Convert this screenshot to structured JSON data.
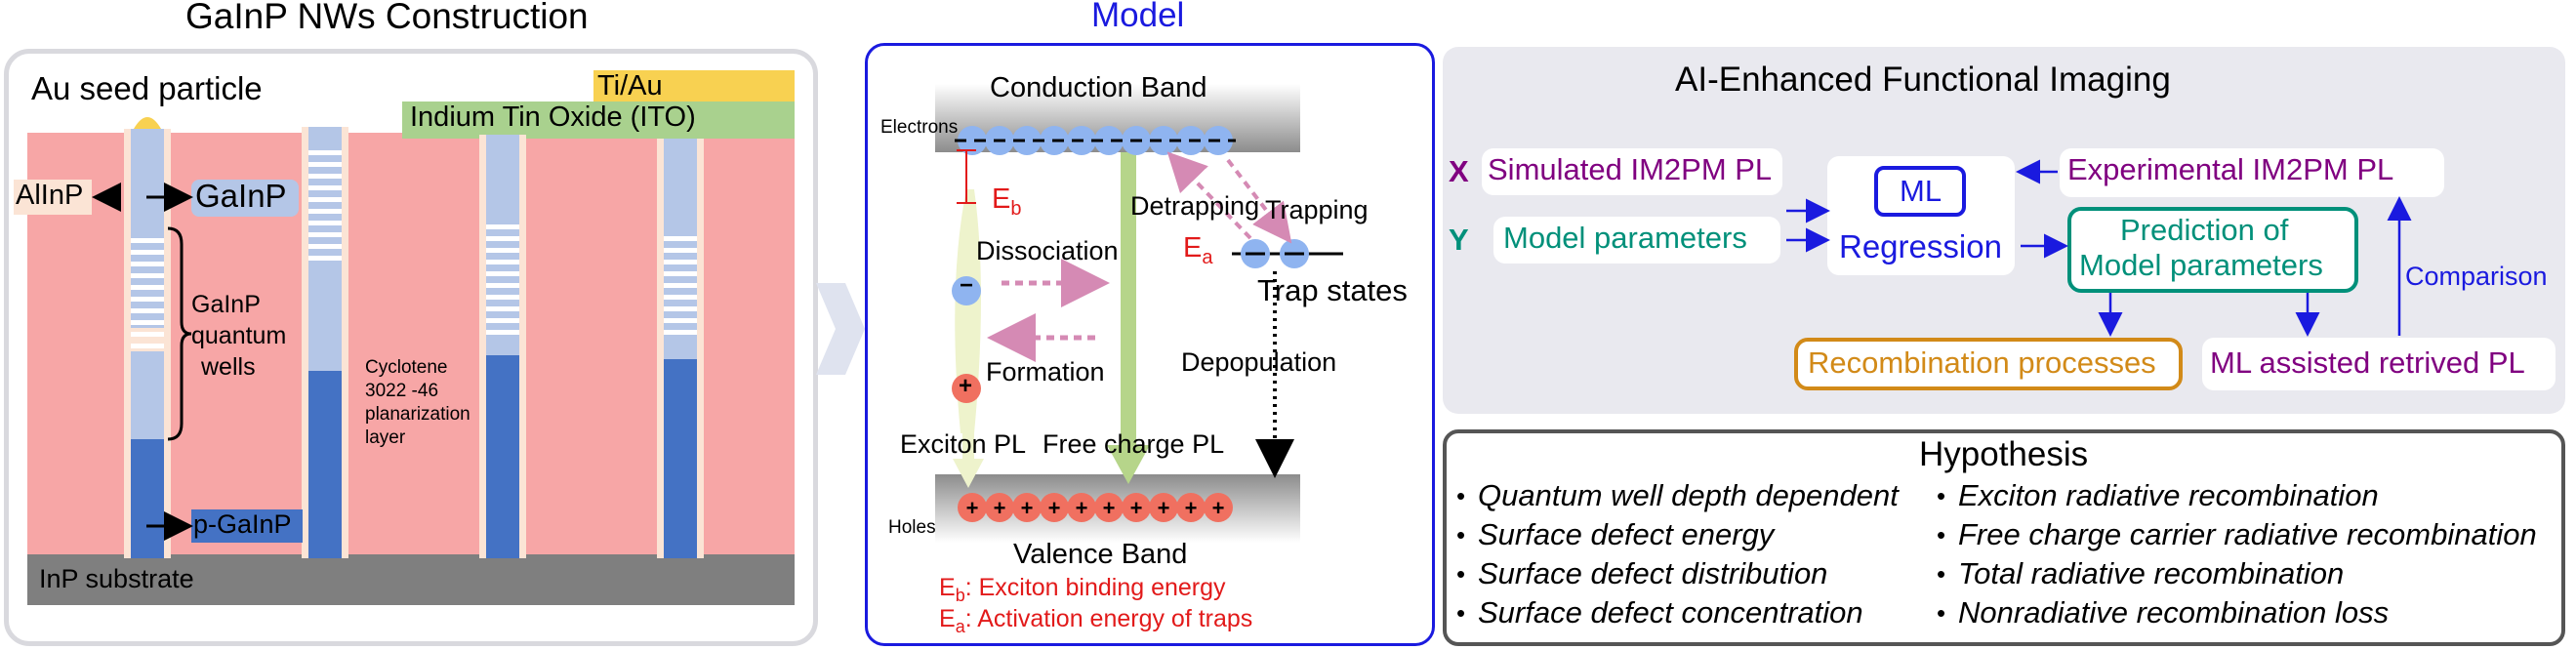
{
  "panel1": {
    "title": "GaInP NWs Construction",
    "au_seed": "Au seed particle",
    "ti_au": "Ti/Au",
    "ito": "Indium Tin Oxide (ITO)",
    "alinp": "AlInP",
    "gainp": "GaInP",
    "qw_lines": [
      "GaInP",
      "quantum",
      "wells"
    ],
    "cyclotene_lines": [
      "Cyclotene",
      "3022 -46",
      "planarization",
      "layer"
    ],
    "p_gainp": "p-GaInP",
    "substrate": "InP substrate"
  },
  "panel2": {
    "title": "Model",
    "conduction_band": "Conduction Band",
    "electrons": "Electrons",
    "eb": "E",
    "eb_sub": "b",
    "detrapping": "Detrapping",
    "trapping": "Trapping",
    "dissociation": "Dissociation",
    "ea": "E",
    "ea_sub": "a",
    "trap_states": "Trap states",
    "formation": "Formation",
    "depopulation": "Depopulation",
    "exciton_pl": "Exciton PL",
    "free_charge_pl": "Free charge PL",
    "holes": "Holes",
    "valence_band": "Valence Band",
    "eb_legend_main": "E",
    "eb_legend_sub": "b",
    "eb_legend_text": ": Exciton binding energy",
    "ea_legend_main": "E",
    "ea_legend_sub": "a",
    "ea_legend_text": ": Activation energy of traps",
    "minus": "−",
    "plus": "+"
  },
  "panel3": {
    "title": "AI-Enhanced Functional Imaging",
    "x_label": "X",
    "y_label": "Y",
    "simulated": "Simulated IM2PM PL",
    "model_params": "Model parameters",
    "ml": "ML",
    "regression": "Regression",
    "experimental": "Experimental IM2PM PL",
    "prediction_line1": "Prediction of",
    "prediction_line2": "Model parameters",
    "comparison": "Comparison",
    "recombination": "Recombination processes",
    "ml_assisted": "ML assisted retrived PL"
  },
  "panel4": {
    "title": "Hypothesis",
    "left_items": [
      "Quantum well depth dependent",
      "Surface defect energy",
      "Surface defect distribution",
      "Surface defect concentration"
    ],
    "right_items": [
      "Exciton radiative recombination",
      "Free charge carrier radiative recombination",
      "Total radiative recombination",
      "Nonradiative recombination loss"
    ]
  },
  "colors": {
    "pink": "#f7a6a6",
    "blue_accent": "#1a1adf",
    "purple": "#800080",
    "teal": "#00907a",
    "orange": "#d28a18",
    "red": "#e21a1a",
    "ito_green": "#a9d18e",
    "ti_au_yellow": "#f8d151"
  }
}
